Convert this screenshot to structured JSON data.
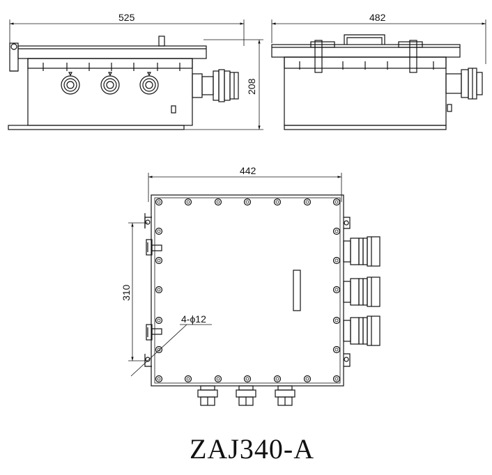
{
  "drawing": {
    "title": "ZAJ340-A",
    "front_view": {
      "width_label": "525",
      "height_label": "208"
    },
    "side_view": {
      "width_label": "482"
    },
    "top_view": {
      "width_label": "442",
      "height_label": "310",
      "hole_label": "4-ϕ12"
    }
  },
  "colors": {
    "line": "#111111",
    "background": "#ffffff"
  }
}
